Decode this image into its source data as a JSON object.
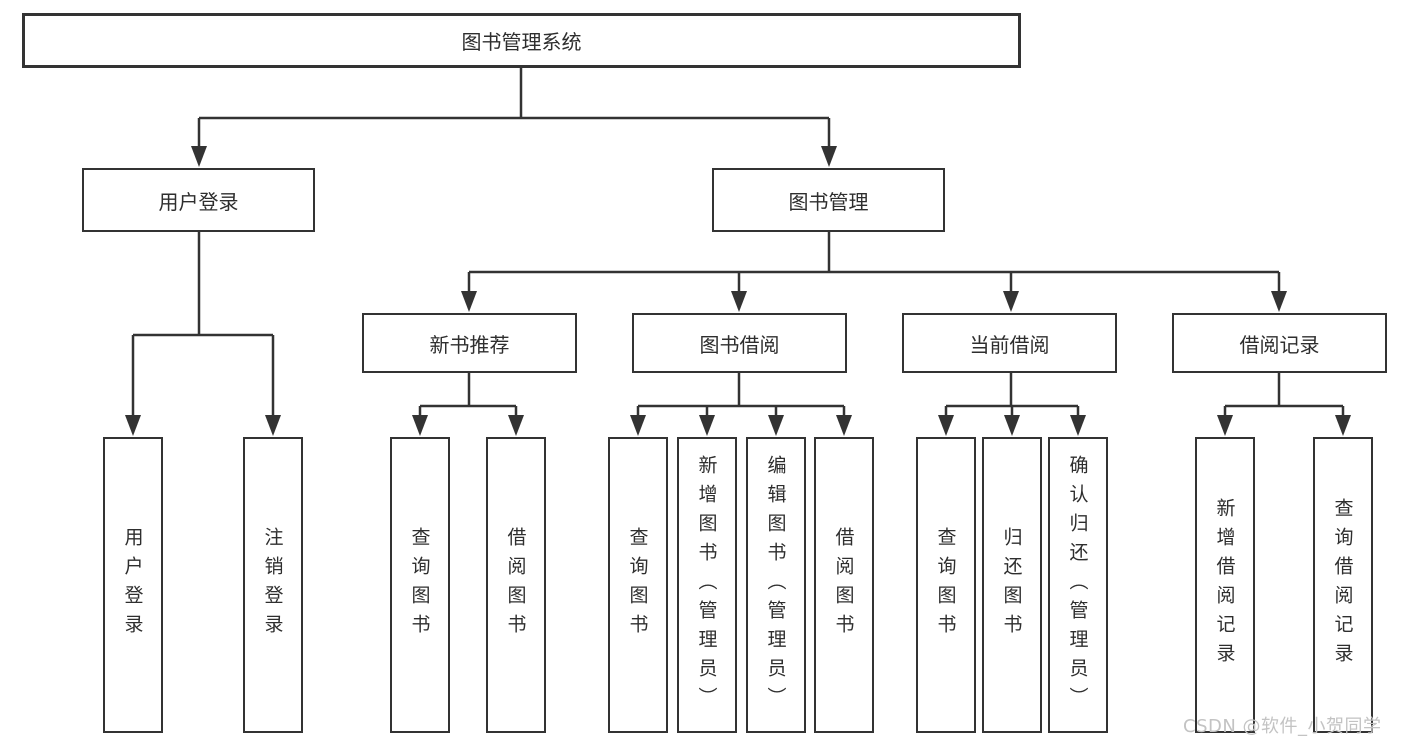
{
  "diagram": {
    "root": {
      "label": "图书管理系统"
    },
    "branches": [
      {
        "label": "用户登录",
        "children": [
          {
            "label": "用户登录"
          },
          {
            "label": "注销登录"
          }
        ]
      },
      {
        "label": "图书管理",
        "children": [
          {
            "label": "新书推荐",
            "children": [
              {
                "label": "查询图书"
              },
              {
                "label": "借阅图书"
              }
            ]
          },
          {
            "label": "图书借阅",
            "children": [
              {
                "label": "查询图书"
              },
              {
                "label": "新增图书（管理员）"
              },
              {
                "label": "编辑图书（管理员）"
              },
              {
                "label": "借阅图书"
              }
            ]
          },
          {
            "label": "当前借阅",
            "children": [
              {
                "label": "查询图书"
              },
              {
                "label": "归还图书"
              },
              {
                "label": "确认归还（管理员）"
              }
            ]
          },
          {
            "label": "借阅记录",
            "children": [
              {
                "label": "新增借阅记录"
              },
              {
                "label": "查询借阅记录"
              }
            ]
          }
        ]
      }
    ]
  },
  "watermark": "CSDN @软件_小贺同学",
  "colors": {
    "line": "#333333",
    "text": "#2e2e2e",
    "watermark": "#c3c3c3",
    "background": "#ffffff"
  }
}
